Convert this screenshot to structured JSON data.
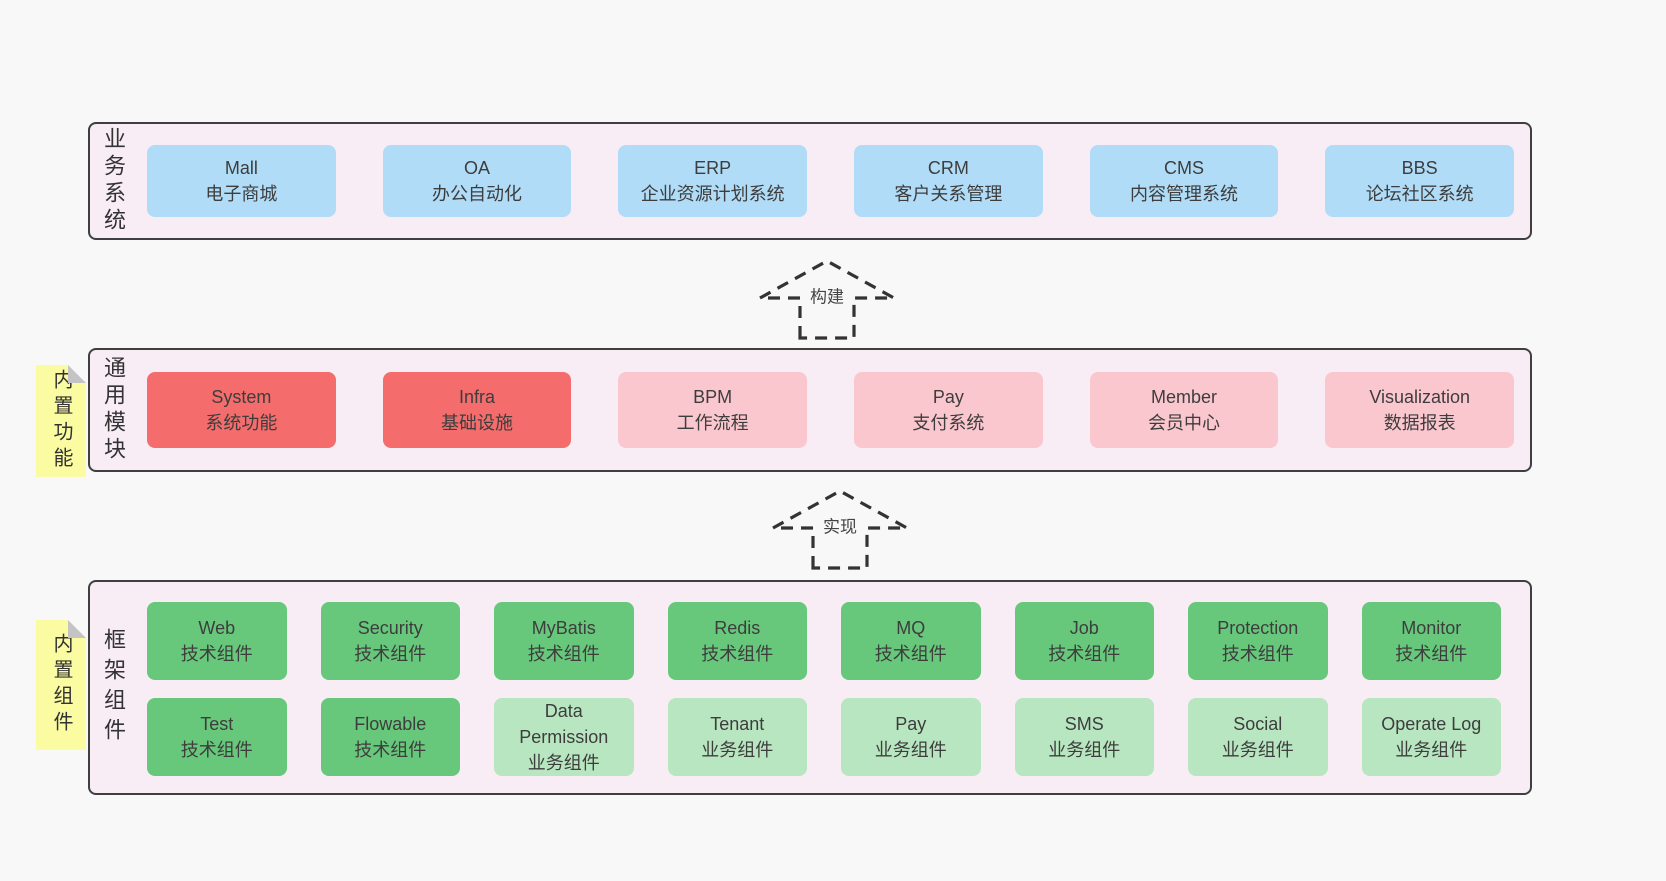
{
  "colors": {
    "page_bg": "#f8f8f8",
    "container_bg": "#f8edf5",
    "border": "#3f3f3f",
    "blue": "#b0dcf7",
    "red": "#f56c6c",
    "pink": "#fbc7cf",
    "green_dark": "#67c87b",
    "green_light": "#b8e6c0",
    "note_yellow": "#fbfba2"
  },
  "arrows": [
    {
      "label": "构建"
    },
    {
      "label": "实现"
    }
  ],
  "layers": [
    {
      "label": "业务系统",
      "boxes": [
        {
          "title": "Mall",
          "subtitle": "电子商城"
        },
        {
          "title": "OA",
          "subtitle": "办公自动化"
        },
        {
          "title": "ERP",
          "subtitle": "企业资源计划系统"
        },
        {
          "title": "CRM",
          "subtitle": "客户关系管理"
        },
        {
          "title": "CMS",
          "subtitle": "内容管理系统"
        },
        {
          "title": "BBS",
          "subtitle": "论坛社区系统"
        }
      ]
    },
    {
      "label": "通用模块",
      "note": "内置功能",
      "boxes": [
        {
          "title": "System",
          "subtitle": "系统功能"
        },
        {
          "title": "Infra",
          "subtitle": "基础设施"
        },
        {
          "title": "BPM",
          "subtitle": "工作流程"
        },
        {
          "title": "Pay",
          "subtitle": "支付系统"
        },
        {
          "title": "Member",
          "subtitle": "会员中心"
        },
        {
          "title": "Visualization",
          "subtitle": "数据报表"
        }
      ]
    },
    {
      "label": "框架组件",
      "note": "内置组件",
      "rows": [
        {
          "boxes": [
            {
              "title": "Web",
              "subtitle": "技术组件"
            },
            {
              "title": "Security",
              "subtitle": "技术组件"
            },
            {
              "title": "MyBatis",
              "subtitle": "技术组件"
            },
            {
              "title": "Redis",
              "subtitle": "技术组件"
            },
            {
              "title": "MQ",
              "subtitle": "技术组件"
            },
            {
              "title": "Job",
              "subtitle": "技术组件"
            },
            {
              "title": "Protection",
              "subtitle": "技术组件"
            },
            {
              "title": "Monitor",
              "subtitle": "技术组件"
            }
          ]
        },
        {
          "boxes": [
            {
              "title": "Test",
              "subtitle": "技术组件"
            },
            {
              "title": "Flowable",
              "subtitle": "技术组件"
            },
            {
              "title": "Data Permission",
              "subtitle": "业务组件"
            },
            {
              "title": "Tenant",
              "subtitle": "业务组件"
            },
            {
              "title": "Pay",
              "subtitle": "业务组件"
            },
            {
              "title": "SMS",
              "subtitle": "业务组件"
            },
            {
              "title": "Social",
              "subtitle": "业务组件"
            },
            {
              "title": "Operate Log",
              "subtitle": "业务组件"
            }
          ]
        }
      ]
    }
  ]
}
